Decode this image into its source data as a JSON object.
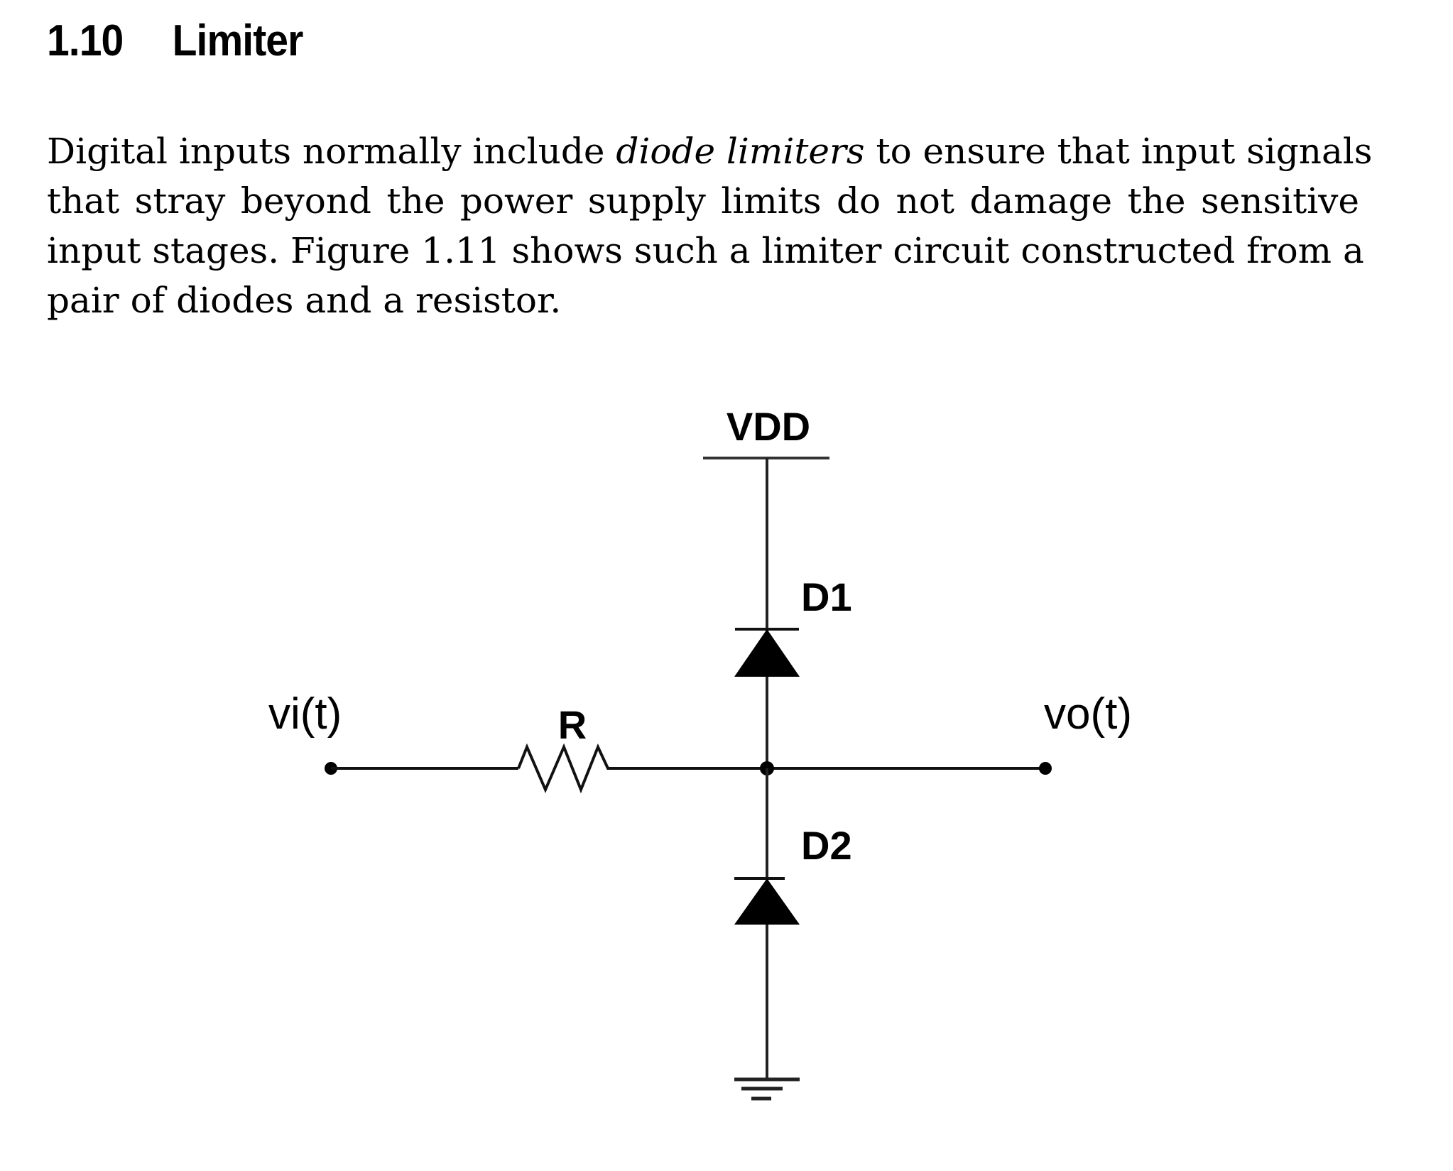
{
  "section": {
    "number": "1.10",
    "title": "Limiter"
  },
  "paragraph": {
    "line1_pre": "Digital inputs normally include ",
    "line1_em": "diode limiters",
    "line1_post": " to ensure that input signals",
    "line2": "that stray beyond the power supply limits do not damage the sensitive",
    "line3": "input stages.  Figure 1.11 shows such a limiter circuit constructed from a",
    "line4": "pair of diodes and a resistor."
  },
  "circuit": {
    "supply_label": "VDD",
    "diode_top_label": "D1",
    "diode_bottom_label": "D2",
    "resistor_label": "R",
    "input_label": "vi(t)",
    "output_label": "vo(t)"
  }
}
